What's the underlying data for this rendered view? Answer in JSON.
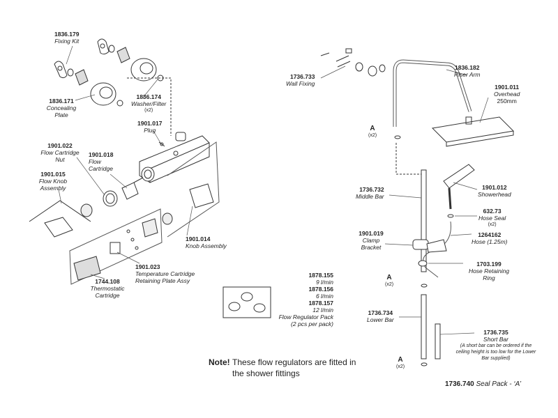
{
  "parts": {
    "fixing_kit": {
      "code": "1836.179",
      "name": "Fixing Kit"
    },
    "concealing_plate": {
      "code": "1836.171",
      "name": "Concealing Plate"
    },
    "washer_filter": {
      "code": "1836.174",
      "name": "Washer/Filter",
      "qty": "(x2)"
    },
    "plug": {
      "code": "1901.017",
      "name": "Plug"
    },
    "flow_cartridge_nut": {
      "code": "1901.022",
      "name": "Flow Cartridge Nut"
    },
    "flow_cartridge": {
      "code": "1901.018",
      "name": "Flow Cartridge"
    },
    "flow_knob_assembly": {
      "code": "1901.015",
      "name": "Flow Knob Assembly"
    },
    "knob_assembly": {
      "code": "1901.014",
      "name": "Knob Assembly"
    },
    "temp_cartridge_plate": {
      "code": "1901.023",
      "name": "Temperature Cartridge Retaining Plate Assy"
    },
    "thermostatic_cartridge": {
      "code": "1744.108",
      "name": "Thermostatic Cartridge"
    },
    "wall_fixing": {
      "code": "1736.733",
      "name": "Wall Fixing"
    },
    "riser_arm": {
      "code": "1836.182",
      "name": "Riser Arm"
    },
    "overhead": {
      "code": "1901.011",
      "name": "Overhead",
      "size": "250mm"
    },
    "middle_bar": {
      "code": "1736.732",
      "name": "Middle Bar"
    },
    "showerhead": {
      "code": "1901.012",
      "name": "Showerhead"
    },
    "hose_seal": {
      "code": "632.73",
      "name": "Hose Seal",
      "qty": "(x2)"
    },
    "hose": {
      "code": "1264162",
      "name": "Hose (1.25m)"
    },
    "clamp_bracket": {
      "code": "1901.019",
      "name": "Clamp Bracket"
    },
    "hose_retaining_ring": {
      "code": "1703.199",
      "name": "Hose Retaining Ring"
    },
    "lower_bar": {
      "code": "1736.734",
      "name": "Lower Bar"
    },
    "short_bar": {
      "code": "1736.735",
      "name": "Short Bar",
      "note": "(A short bar can be ordered if the ceiling height is too low for the Lower Bar supplied)"
    }
  },
  "flow_regulators": {
    "code_1": "1878.155",
    "rate_1": "9 l/min",
    "code_2": "1878.156",
    "rate_2": "6 l/min",
    "code_3": "1878.157",
    "rate_3": "12 l/min",
    "name": "Flow Regulator Pack (2 pcs per pack)"
  },
  "seal_marker": {
    "letter": "A",
    "qty": "(x2)"
  },
  "note": {
    "prefix": "Note!",
    "text": "These flow regulators are fitted in the shower fittings"
  },
  "seal_pack": {
    "code": "1736.740",
    "name": "Seal Pack - ‘A’"
  }
}
